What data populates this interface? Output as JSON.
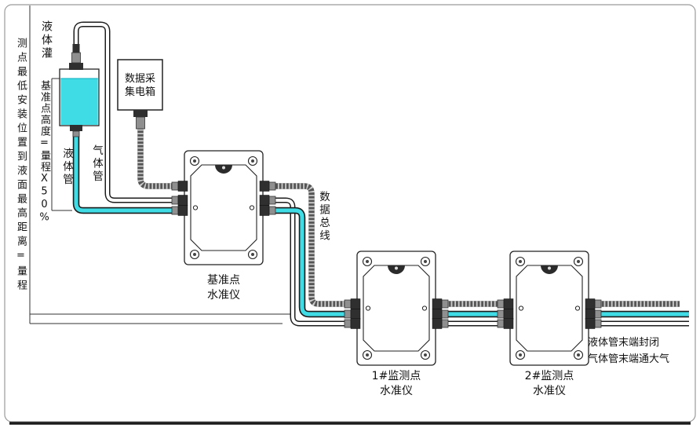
{
  "colors": {
    "liquid": "#3fdce6",
    "outline": "#1c1c1c",
    "cable_gray": "#555555",
    "border_gray": "#9b9b9b"
  },
  "tank": {
    "label": "液体灌"
  },
  "pipes": {
    "liquid_label": "液体管",
    "gas_label": "气体管",
    "bus_label": "数据总线"
  },
  "data_box": {
    "line1": "数据采",
    "line2": "集电箱"
  },
  "stations": {
    "reference": {
      "line1": "基准点",
      "line2": "水准仪"
    },
    "m1": {
      "line1": "1#监测点",
      "line2": "水准仪"
    },
    "m2": {
      "line1": "2#监测点",
      "line2": "水准仪"
    }
  },
  "annotations": {
    "left_dim": "测点最低安装位置到液面最高距离=量程",
    "ref_height": "基准点高度=量程X50%",
    "right_note1": "液体管末端封闭",
    "right_note2": "气体管末端通大气"
  }
}
